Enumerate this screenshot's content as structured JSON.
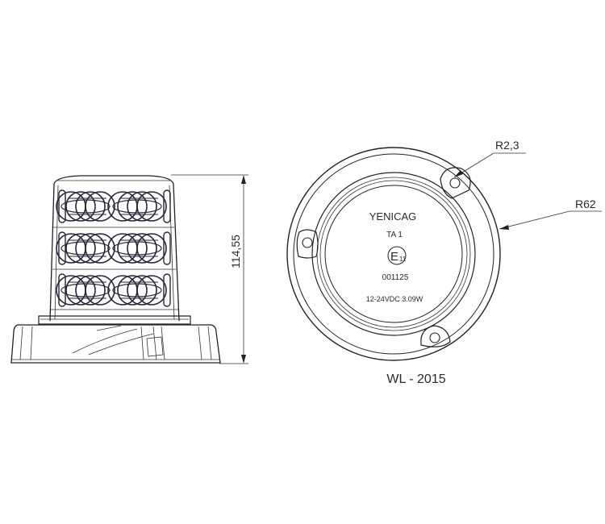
{
  "side_view": {
    "height_dimension": "114,55"
  },
  "top_view": {
    "brand": "YENICAG",
    "approval_code": "TA 1",
    "emark_letter": "E",
    "emark_number": "11",
    "serial": "001125",
    "rating": "12-24VDC 3.09W",
    "small_radius_label": "R2,3",
    "large_radius_label": "R62"
  },
  "model_label": "WL - 2015"
}
